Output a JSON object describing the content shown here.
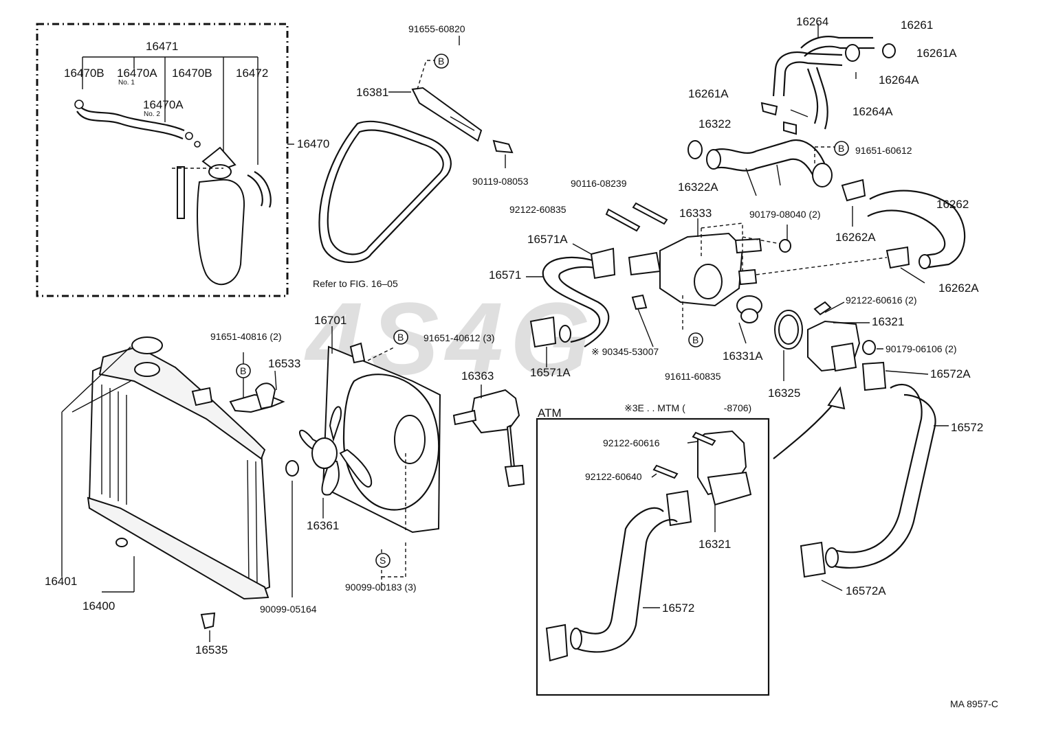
{
  "watermark": "4S4G",
  "reference_code": "MA 8957-C",
  "refer_note": "Refer to FIG. 16–05",
  "atm_box": {
    "title": "ATM",
    "note": "※3E . . MTM (    -8706)"
  },
  "markers": {
    "b": "B",
    "s": "S"
  },
  "labels": {
    "p16471": "16471",
    "p16470B_a": "16470B",
    "p16470A": "16470A",
    "no1": "No. 1",
    "p16470B_b": "16470B",
    "p16472": "16472",
    "p16470A_2": "16470A",
    "no2": "No. 2",
    "p16470": "16470",
    "p91655": "91655-60820",
    "p16381": "16381",
    "p90119": "90119-08053",
    "p16264": "16264",
    "p16261": "16261",
    "p16261A_a": "16261A",
    "p16264A_a": "16264A",
    "p16261A_b": "16261A",
    "p16264A_b": "16264A",
    "p16322": "16322",
    "p16322A": "16322A",
    "p91651_60612": "91651-60612",
    "p90116": "90116-08239",
    "p92122_60835": "92122-60835",
    "p16333": "16333",
    "p90179_08040": "90179-08040 (2)",
    "p16262": "16262",
    "p16262A_a": "16262A",
    "p16571A_a": "16571A",
    "p16571": "16571",
    "p16262A_b": "16262A",
    "p92122_60616_a": "92122-60616 (2)",
    "p16321_a": "16321",
    "p90179_06106": "90179-06106 (2)",
    "p16572A_a": "16572A",
    "p16701": "16701",
    "p91651_40816": "91651-40816 (2)",
    "p91651_40612": "91651-40612 (3)",
    "p16533": "16533",
    "p90345": "※ 90345-53007",
    "p16331A": "16331A",
    "p91611": "91611-60835",
    "p16325": "16325",
    "p16571A_b": "16571A",
    "p16363": "16363",
    "p16572": "16572",
    "p92122_60616_b": "92122-60616",
    "p92122_60640": "92122-60640",
    "p16321_b": "16321",
    "p16361": "16361",
    "p16401": "16401",
    "p16400": "16400",
    "p90099_05164": "90099-05164",
    "p90099_00183": "90099-00183 (3)",
    "p16535": "16535",
    "p16572_atm": "16572",
    "p16572A_b": "16572A"
  }
}
